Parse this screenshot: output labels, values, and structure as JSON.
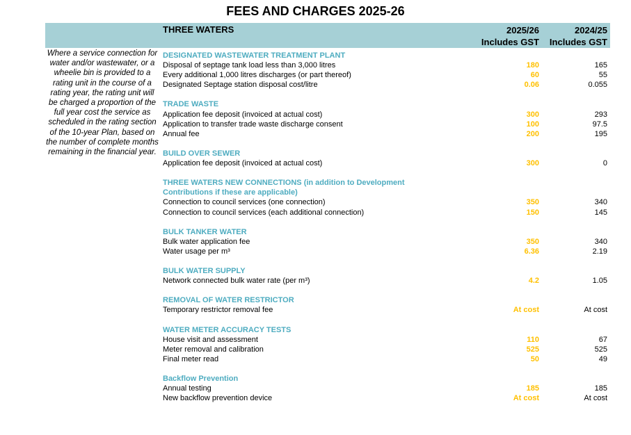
{
  "title": "FEES AND CHARGES 2025-26",
  "header": {
    "section": "THREE WATERS",
    "col1_line1": "2025/26",
    "col1_line2": "Includes GST",
    "col2_line1": "2024/25",
    "col2_line2": "Includes GST"
  },
  "side_note": "Where a service connection for water and/or wastewater, or a wheelie bin is provided to a rating unit in the course of a rating year, the rating unit will be charged a proportion of the full year cost the service as scheduled in the rating section of the 10-year Plan, based on the number of complete months remaining in the financial year.",
  "colors": {
    "band": "#a6d0d6",
    "heading": "#4eacc0",
    "current_value": "#ffc000"
  },
  "groups": [
    {
      "heading": "DESIGNATED WASTEWATER TREATMENT PLANT",
      "rows": [
        {
          "label": "Disposal of septage tank load less than 3,000 litres",
          "v2025": "180",
          "v2024": "165"
        },
        {
          "label": "Every additional 1,000 litres discharges (or part thereof)",
          "v2025": "60",
          "v2024": "55"
        },
        {
          "label": "Designated Septage station disposal cost/litre",
          "v2025": "0.06",
          "v2024": "0.055"
        }
      ]
    },
    {
      "heading": "TRADE WASTE",
      "rows": [
        {
          "label": "Application fee deposit (invoiced at actual cost)",
          "v2025": "300",
          "v2024": "293"
        },
        {
          "label": "Application to transfer trade waste discharge consent",
          "v2025": "100",
          "v2024": "97.5"
        },
        {
          "label": "Annual fee",
          "v2025": "200",
          "v2024": "195"
        }
      ]
    },
    {
      "heading": "BUILD OVER SEWER",
      "rows": [
        {
          "label": "Application fee deposit (invoiced at actual cost)",
          "v2025": "300",
          "v2024": "0"
        }
      ]
    },
    {
      "heading": "THREE WATERS NEW CONNECTIONS (in addition to Development",
      "heading2": "Contributions if these are applicable)",
      "rows": [
        {
          "label": "Connection to council services (one connection)",
          "v2025": "350",
          "v2024": "340"
        },
        {
          "label": "Connection to council services (each additional connection)",
          "v2025": "150",
          "v2024": "145"
        }
      ]
    },
    {
      "heading": "BULK TANKER WATER",
      "rows": [
        {
          "label": "Bulk water application fee",
          "v2025": "350",
          "v2024": "340"
        },
        {
          "label": "Water usage per m³",
          "v2025": "6.36",
          "v2024": "2.19"
        }
      ]
    },
    {
      "heading": "BULK WATER SUPPLY",
      "rows": [
        {
          "label": "Network connected bulk water rate (per m³)",
          "v2025": "4.2",
          "v2024": "1.05"
        }
      ]
    },
    {
      "heading": "REMOVAL OF WATER RESTRICTOR",
      "rows": [
        {
          "label": "Temporary restrictor removal fee",
          "v2025": "At cost",
          "v2024": "At cost"
        }
      ]
    },
    {
      "heading": "WATER METER ACCURACY TESTS",
      "rows": [
        {
          "label": "House visit and assessment",
          "v2025": "110",
          "v2024": "67"
        },
        {
          "label": "Meter removal and calibration",
          "v2025": "525",
          "v2024": "525"
        },
        {
          "label": "Final meter read",
          "v2025": "50",
          "v2024": "49"
        }
      ]
    },
    {
      "heading": "Backflow Prevention",
      "rows": [
        {
          "label": "Annual testing",
          "v2025": "185",
          "v2024": "185"
        },
        {
          "label": "New backflow prevention device",
          "v2025": "At cost",
          "v2024": "At cost"
        }
      ]
    }
  ]
}
